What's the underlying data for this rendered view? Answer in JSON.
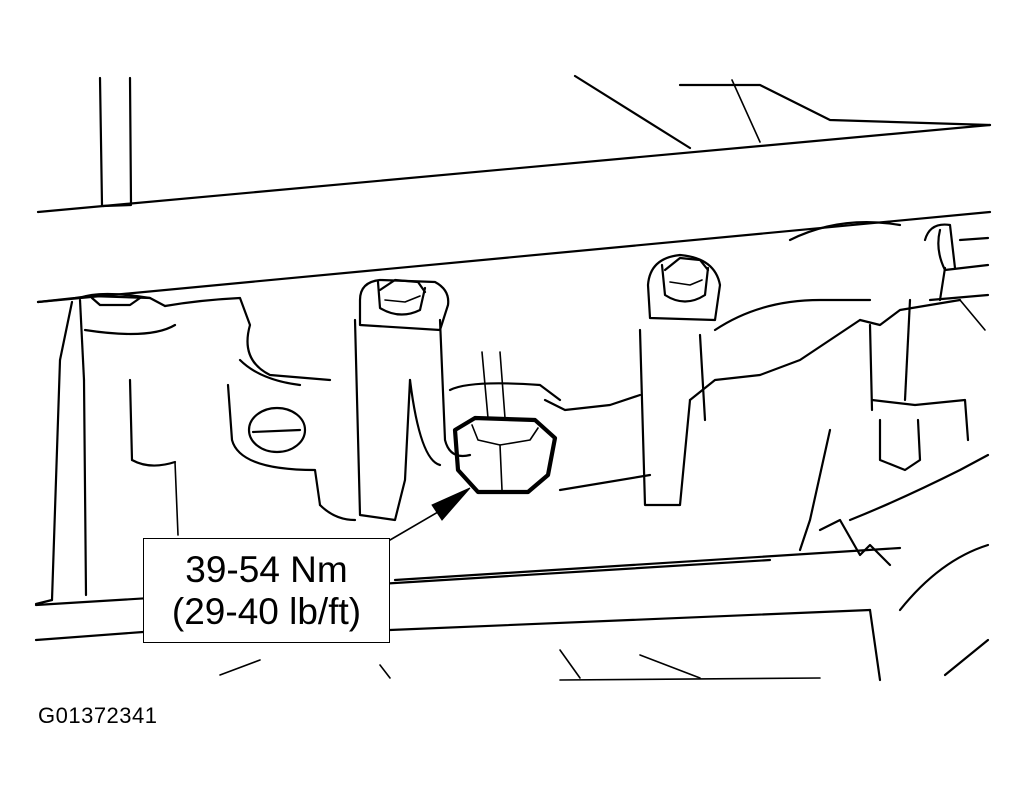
{
  "callout": {
    "torque_nm": "39-54 Nm",
    "torque_lbft": "(29-40 lb/ft)"
  },
  "figure_code": "G01372341",
  "colors": {
    "line": "#000000",
    "background": "#ffffff"
  }
}
